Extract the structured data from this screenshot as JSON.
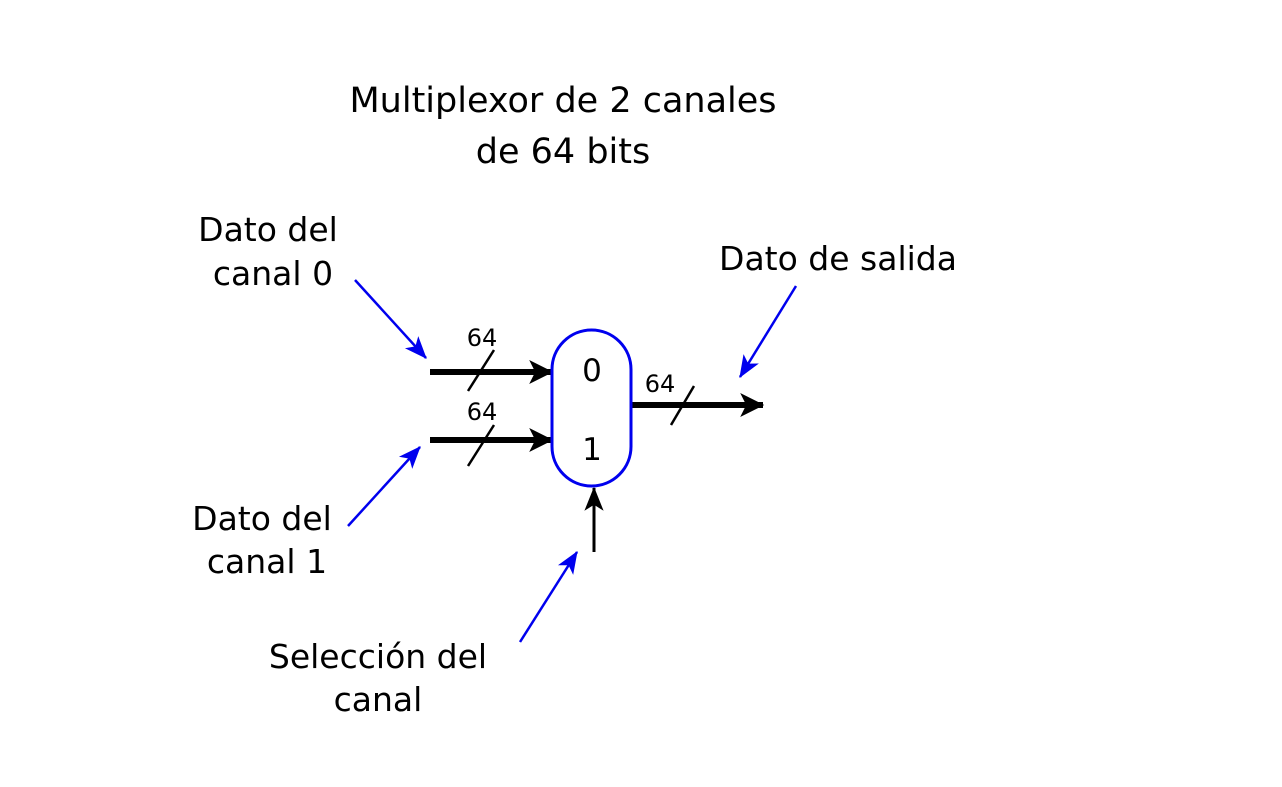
{
  "title": {
    "line1": "Multiplexor de 2 canales",
    "line2": "de 64 bits"
  },
  "inputs": [
    {
      "label_lines": [
        "Dato del",
        "canal 0"
      ],
      "port": "0",
      "width": "64"
    },
    {
      "label_lines": [
        "Dato del",
        "canal 1"
      ],
      "port": "1",
      "width": "64"
    }
  ],
  "output": {
    "label": "Dato de salida",
    "width": "64"
  },
  "select": {
    "label_lines": [
      "Selección del",
      "canal"
    ]
  },
  "colors": {
    "annotation": "#0000ee",
    "mux_outline": "#0000ee",
    "wire": "#000000"
  }
}
